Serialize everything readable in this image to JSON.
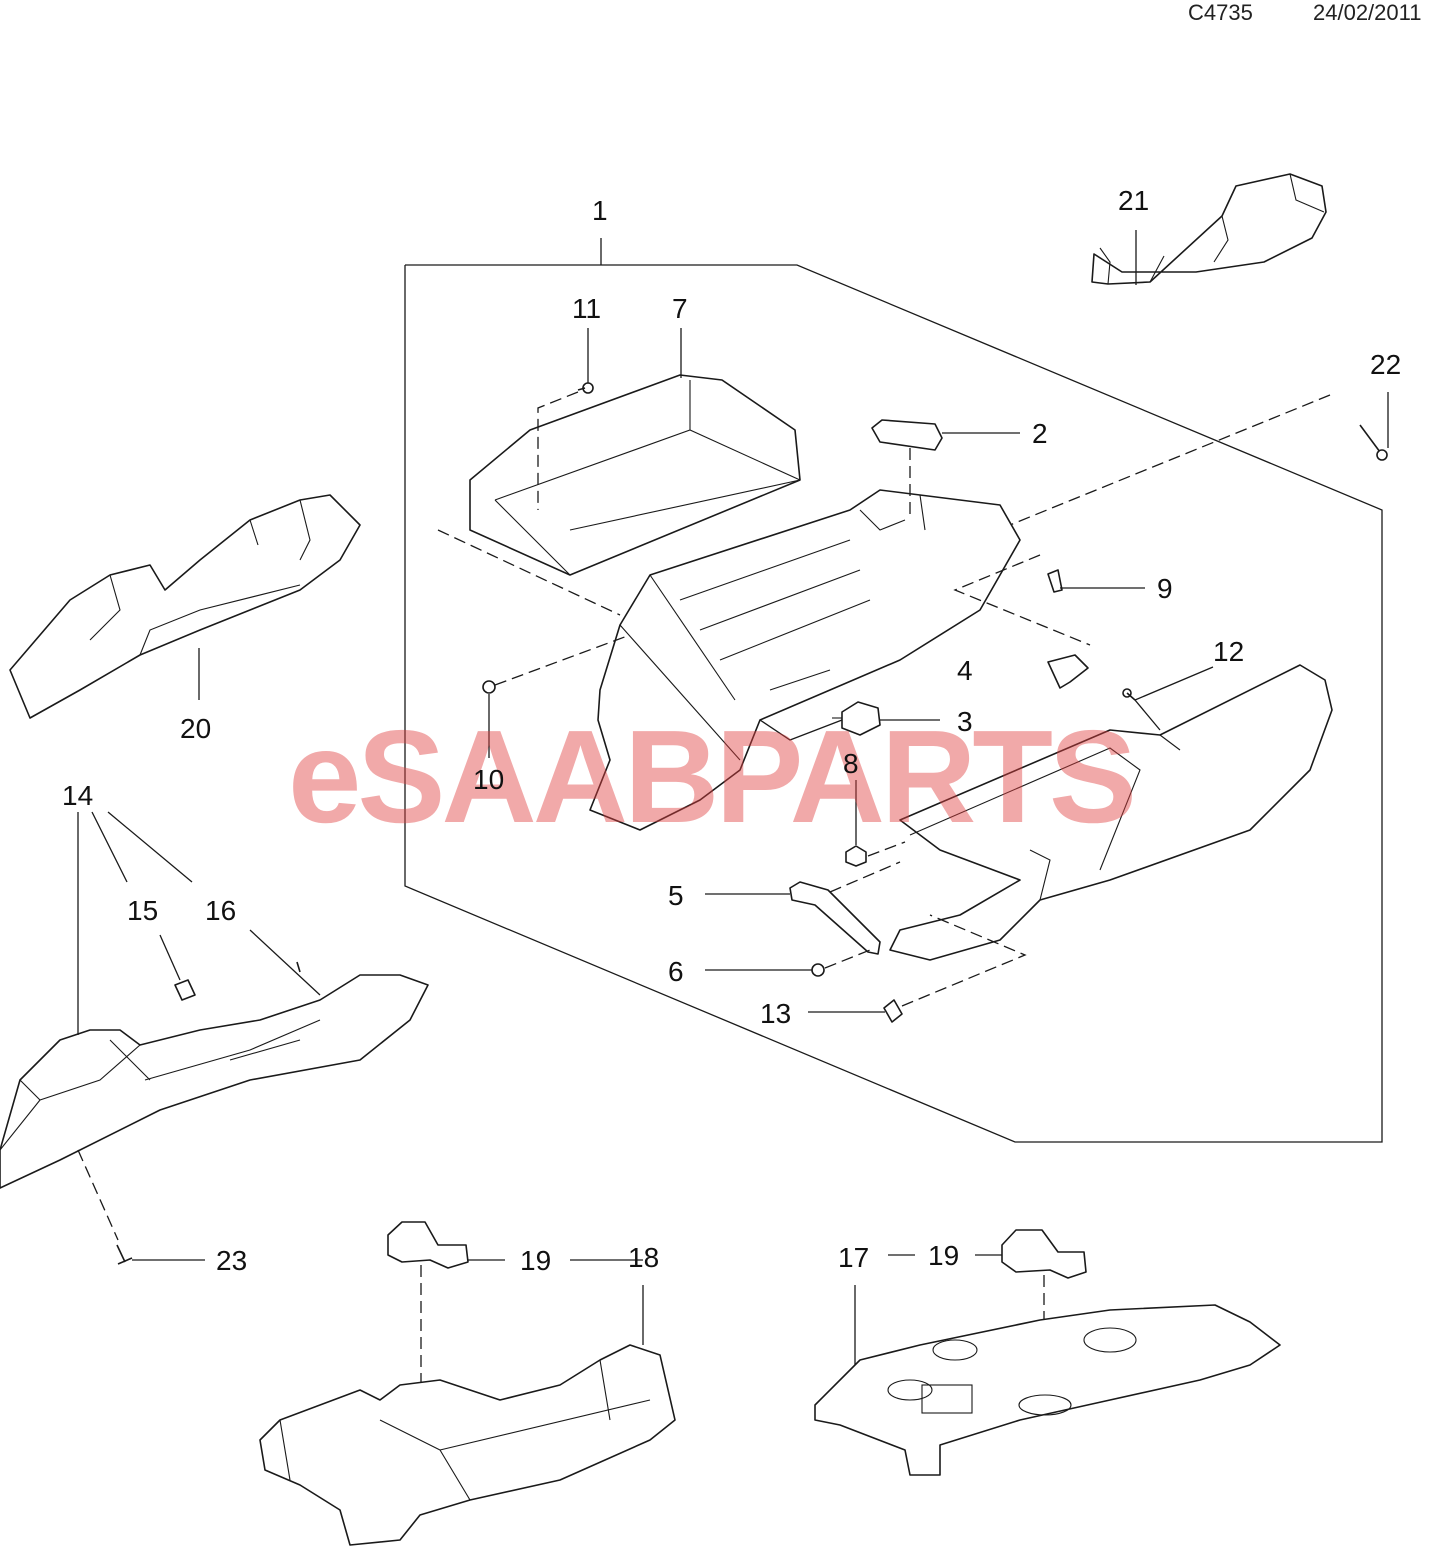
{
  "header": {
    "code": "C4735",
    "date": "24/02/2011"
  },
  "watermark": {
    "text": "eSAABPARTS",
    "color": "#e04040"
  },
  "callouts": {
    "c1": "1",
    "c2": "2",
    "c3": "3",
    "c4": "4",
    "c5": "5",
    "c6": "6",
    "c7": "7",
    "c8": "8",
    "c9": "9",
    "c10": "10",
    "c11": "11",
    "c12": "12",
    "c13": "13",
    "c14": "14",
    "c15": "15",
    "c16": "16",
    "c17": "17",
    "c18": "18",
    "c19a": "19",
    "c19b": "19",
    "c20": "20",
    "c21": "21",
    "c22": "22",
    "c23": "23"
  }
}
